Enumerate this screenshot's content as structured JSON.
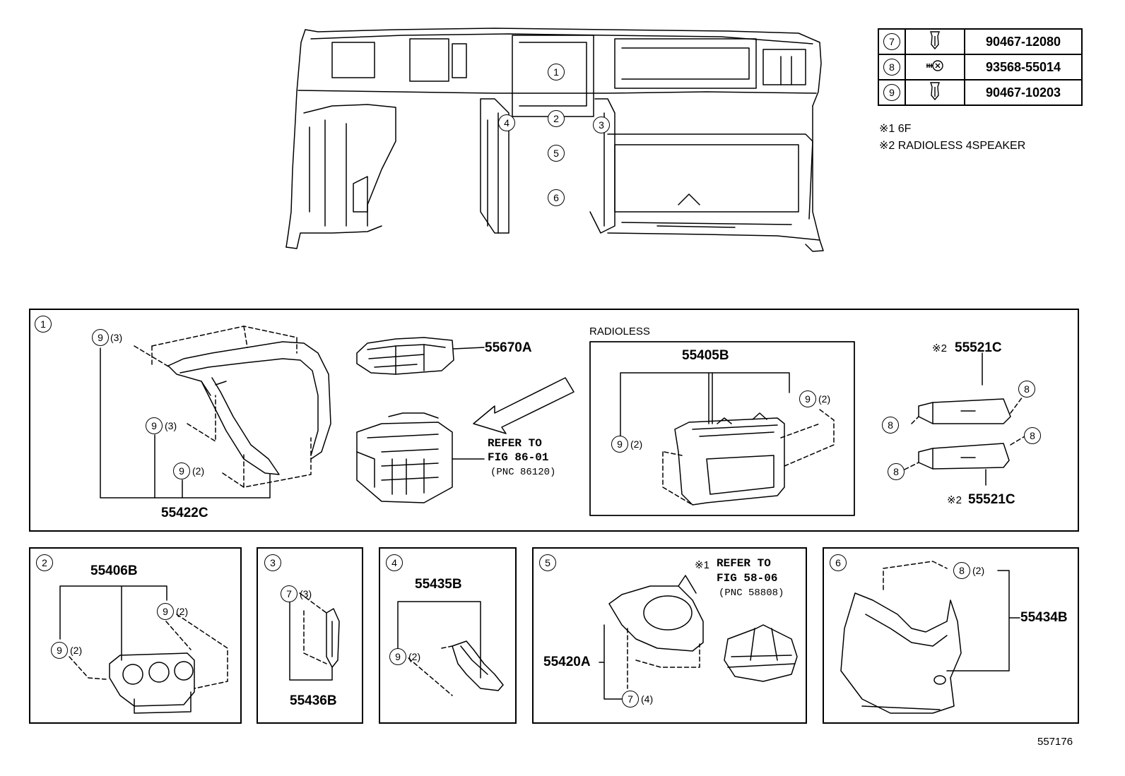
{
  "legend": {
    "rows": [
      {
        "ref": "7",
        "icon": "clip-icon",
        "part": "90467-12080"
      },
      {
        "ref": "8",
        "icon": "screw-icon",
        "part": "93568-55014"
      },
      {
        "ref": "9",
        "icon": "clip-icon",
        "part": "90467-10203"
      }
    ],
    "notes": [
      "※1 6F",
      "※2 RADIOLESS 4SPEAKER"
    ]
  },
  "overview": {
    "callouts": [
      "1",
      "2",
      "3",
      "4",
      "5",
      "6"
    ]
  },
  "panel1": {
    "index": "1",
    "fastener_a": "9",
    "qty_a": "(3)",
    "fastener_b": "9",
    "qty_b": "(3)",
    "fastener_c": "9",
    "qty_c": "(2)",
    "part_main": "55422C",
    "part_vent": "55670A",
    "refer_line1": "REFER TO",
    "refer_line2": "FIG 86-01",
    "refer_line3": "(PNC 86120)",
    "radioless_label": "RADIOLESS",
    "radioless_part": "55405B",
    "radioless_fastener_a": "9",
    "radioless_qty_a": "(2)",
    "radioless_fastener_b": "9",
    "radioless_qty_b": "(2)",
    "switch_mark": "※2",
    "switch_part": "55521C",
    "switch_fastener": "8"
  },
  "panel2": {
    "index": "2",
    "part": "55406B",
    "fastener_a": "9",
    "qty_a": "(2)",
    "fastener_b": "9",
    "qty_b": "(2)"
  },
  "panel3": {
    "index": "3",
    "part": "55436B",
    "fastener": "7",
    "qty": "(3)"
  },
  "panel4": {
    "index": "4",
    "part": "55435B",
    "fastener": "9",
    "qty": "(2)"
  },
  "panel5": {
    "index": "5",
    "part": "55420A",
    "fastener": "7",
    "qty": "(4)",
    "mark": "※1",
    "refer_line1": "REFER TO",
    "refer_line2": "FIG 58-06",
    "refer_line3": "(PNC 58808)"
  },
  "panel6": {
    "index": "6",
    "part": "55434B",
    "fastener": "8",
    "qty": "(2)"
  },
  "figure_id": "557176"
}
